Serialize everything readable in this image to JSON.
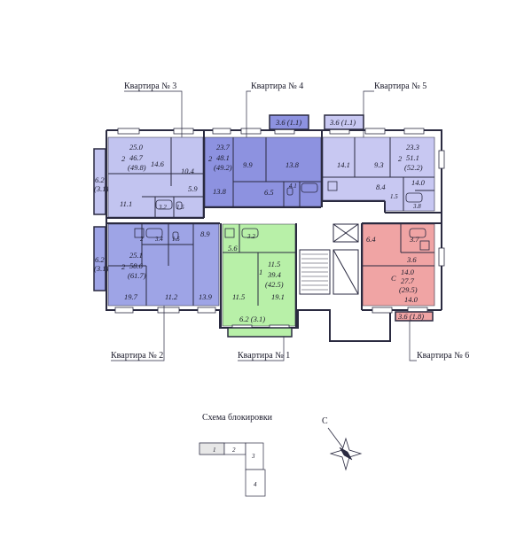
{
  "apartment_labels": {
    "a1": "Квартира № 1",
    "a2": "Квартира № 2",
    "a3": "Квартира № 3",
    "a4": "Квартира № 4",
    "a5": "Квартира № 5",
    "a6": "Квартира № 6"
  },
  "colors": {
    "apt1": "#b8f0a8",
    "apt2": "#9ea4e6",
    "apt3": "#c2c4f0",
    "apt4": "#8d92e0",
    "apt5": "#c8c8f2",
    "apt6": "#f0a4a4",
    "wall": "#2a2a40",
    "corridor": "#ffffff"
  },
  "apt3": {
    "rooms_count": "2",
    "balcony_left": "6.2",
    "balcony_left_half": "(3.1)",
    "total_area": "25.0",
    "living_area": "46.7",
    "area_with_balcony": "(49.8)",
    "room_a": "14.6",
    "room_b": "10.4",
    "kitchen": "5.9",
    "hall": "11.1",
    "bath_a": "3.2",
    "bath_b": "1.5"
  },
  "apt4": {
    "rooms_count": "2",
    "balcony_top": "3.6 (1.1)",
    "total_area": "23.7",
    "living_area": "48.1",
    "area_with_balcony": "(49.2)",
    "room_a": "9.9",
    "room_b": "13.8",
    "room_c": "13.8",
    "hall": "6.5",
    "bath_a": "4.1"
  },
  "apt5": {
    "rooms_count": "2",
    "balcony_top": "3.6 (1.1)",
    "total_area": "23.3",
    "living_area": "51.1",
    "area_with_balcony": "(52.2)",
    "room_a": "14.1",
    "room_b": "9.3",
    "room_c": "14.0",
    "hall": "8.4",
    "bath_a": "1.5",
    "bath_b": "3.8"
  },
  "apt2": {
    "rooms_count": "2",
    "balcony_left": "6.2",
    "balcony_left_half": "(3.1)",
    "total_area": "25.1",
    "living_area": "58.6",
    "area_with_balcony": "(61.7)",
    "room_a": "19.7",
    "room_b": "11.2",
    "room_c": "13.9",
    "room_d": "8.9",
    "bath_a": "3.4",
    "bath_b": "1.5",
    "closet": "2"
  },
  "apt1": {
    "rooms_count": "1",
    "total_area": "11.5",
    "living_area": "39.4",
    "area_with_balcony": "(42.5)",
    "room_a": "19.1",
    "room_b": "11.5",
    "kitchen": "5.6",
    "bath": "3.2",
    "balcony_bottom": "6.2 (3.1)"
  },
  "apt6": {
    "rooms_count": "С",
    "total_area": "14.0",
    "living_area": "27.7",
    "area_with_balcony": "(29.5)",
    "room_a": "14.0",
    "hall": "6.4",
    "bath": "3.7",
    "kitchen": "3.6",
    "balcony_bottom": "3.6 (1.8)"
  },
  "legend": {
    "title": "Схема блокировки",
    "sec1": "1",
    "sec2": "2",
    "sec3": "3",
    "sec4": "4"
  },
  "compass": {
    "north_mark": "С"
  }
}
